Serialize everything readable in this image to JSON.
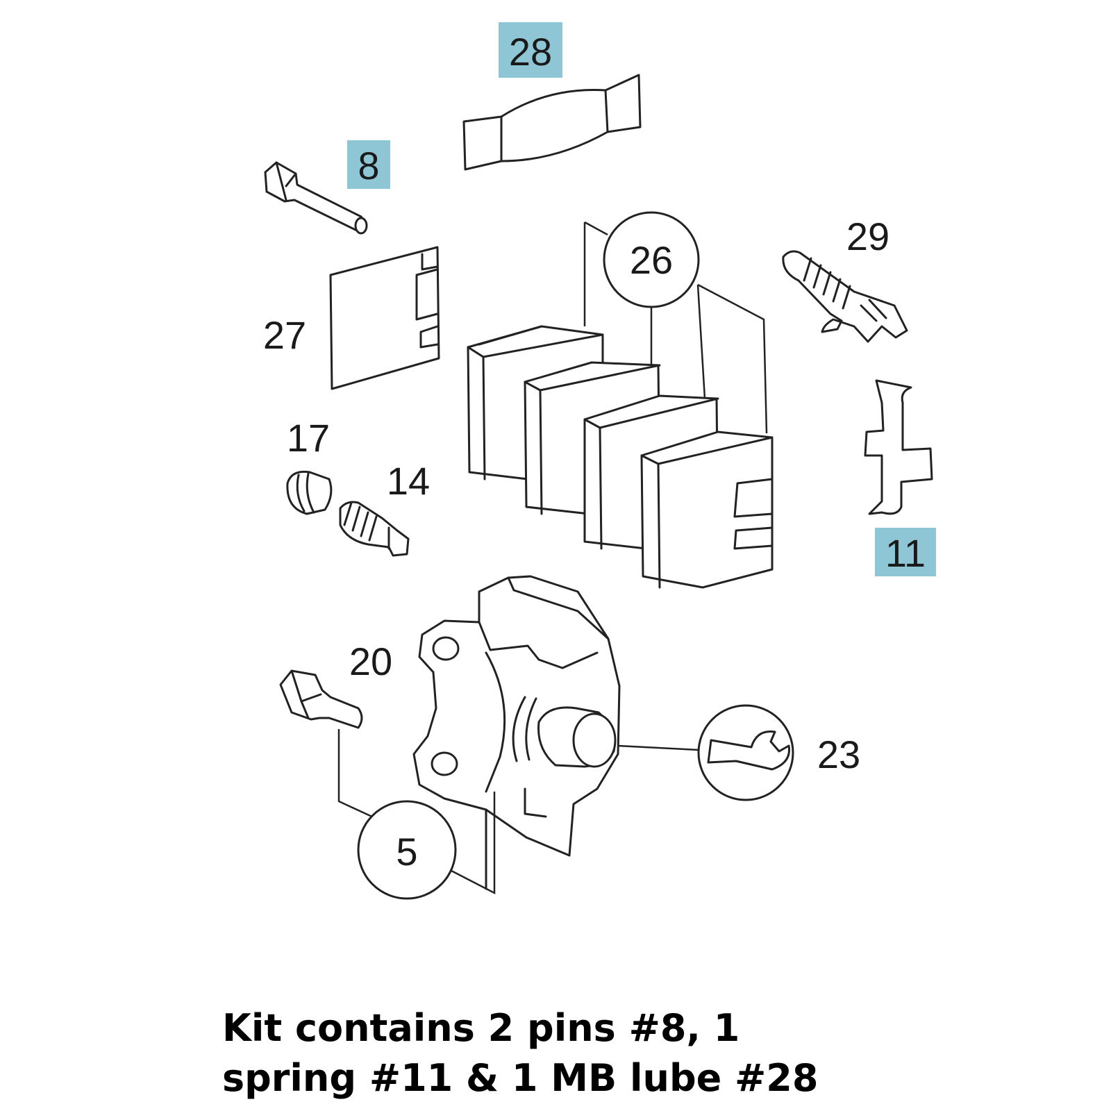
{
  "labels": {
    "p28": "28",
    "p8": "8",
    "p29": "29",
    "p26": "26",
    "p27": "27",
    "p17": "17",
    "p14": "14",
    "p11": "11",
    "p20": "20",
    "p23": "23",
    "p5": "5"
  },
  "highlighted_parts": [
    "28",
    "8",
    "11"
  ],
  "highlight_color": "#8fc6d6",
  "caption": {
    "line1": "Kit contains 2 pins #8, 1",
    "line2": "spring #11 & 1 MB lube #28"
  }
}
